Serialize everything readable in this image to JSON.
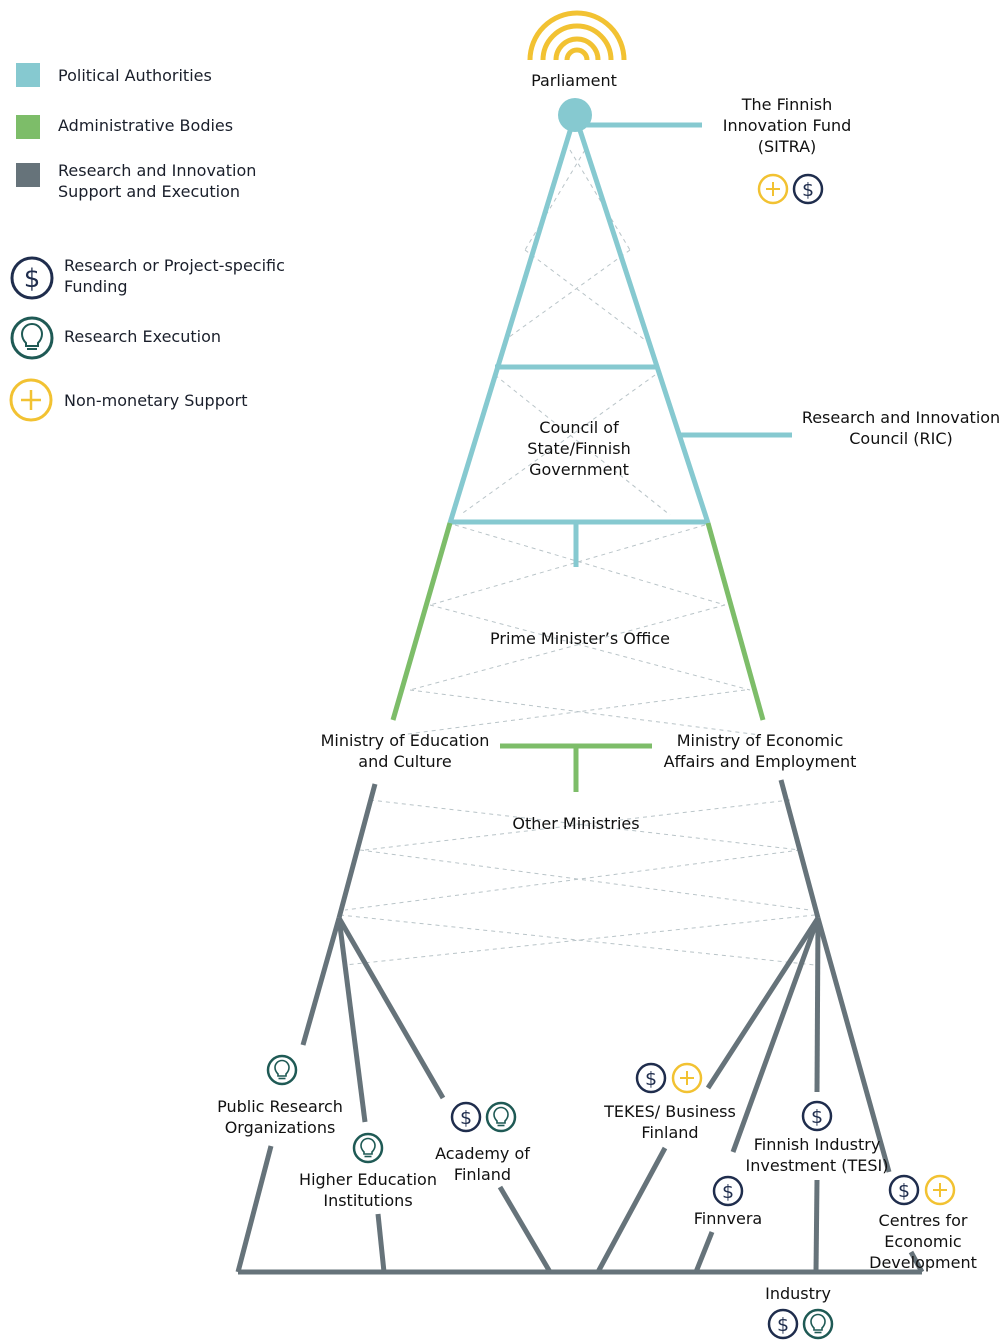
{
  "colors": {
    "political": "#86c9d0",
    "administrative": "#7dbd69",
    "research": "#66737a",
    "funding_icon": "#1f2d4d",
    "execution_icon": "#1f5a55",
    "support_icon": "#f2c232"
  },
  "legend": {
    "political": "Political Authorities",
    "administrative": "Administrative Bodies",
    "research": "Research and Innovation\nSupport and Execution",
    "funding": "Research or Project-specific\nFunding",
    "execution": "Research Execution",
    "support": "Non-monetary Support"
  },
  "nodes": {
    "parliament": "Parliament",
    "sitra": "The Finnish\nInnovation Fund\n(SITRA)",
    "ric": "Research and Innovation\nCouncil (RIC)",
    "council": "Council of\nState/Finnish\nGovernment",
    "pmo": "Prime Minister’s Office",
    "moec": "Ministry of Education\nand Culture",
    "mee": "Ministry of Economic\nAffairs and Employment",
    "other": "Other Ministries",
    "pro": "Public Research\nOrganizations",
    "hei": "Higher Education\nInstitutions",
    "aof": "Academy of\nFinland",
    "tekes": "TEKES/ Business\nFinland",
    "tesi": "Finnish Industry\nInvestment (TESI)",
    "finnvera": "Finnvera",
    "ced": "Centres for Economic\nDevelopment",
    "industry": "Industry"
  },
  "icons": {
    "funding": "dollar-icon",
    "execution": "lightbulb-icon",
    "support": "plus-icon",
    "broadcast": "broadcast-arcs-icon"
  }
}
